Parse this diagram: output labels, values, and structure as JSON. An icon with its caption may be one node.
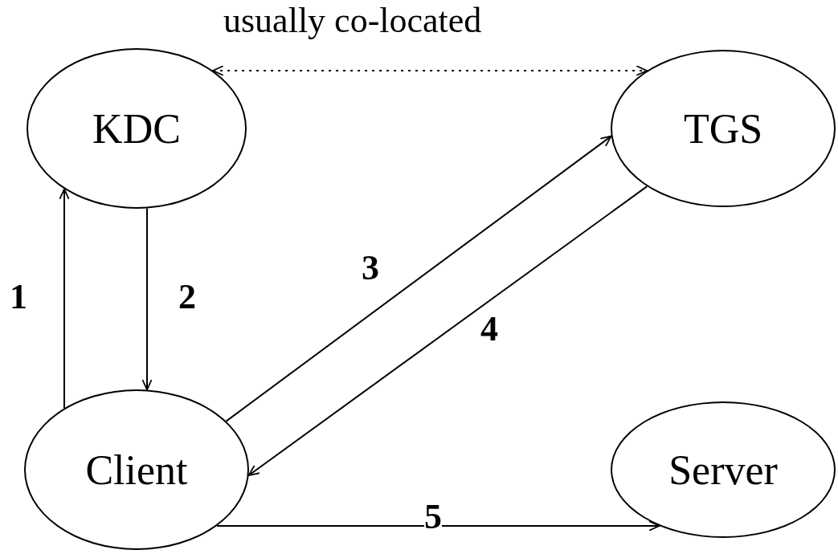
{
  "diagram": {
    "nodes": [
      {
        "text": [
          "KDC"
        ]
      },
      {
        "text": [
          "TGS"
        ]
      },
      {
        "text": [
          "Client"
        ]
      },
      {
        "text": [
          "Server"
        ]
      }
    ],
    "edges": [
      {
        "from": 2,
        "to": 0,
        "arrow": "to",
        "label": "1"
      },
      {
        "from": 0,
        "to": 2,
        "arrow": "to",
        "label": "2"
      },
      {
        "from": 2,
        "to": 1,
        "arrow": "to",
        "label": "3"
      },
      {
        "from": 1,
        "to": 2,
        "arrow": "to",
        "label": "4"
      },
      {
        "from": 2,
        "to": 3,
        "arrow": "to",
        "label": "5"
      },
      {
        "from": 0,
        "to": 1,
        "arrow": "both",
        "label": "usually co-located",
        "style": "dashed"
      }
    ]
  }
}
